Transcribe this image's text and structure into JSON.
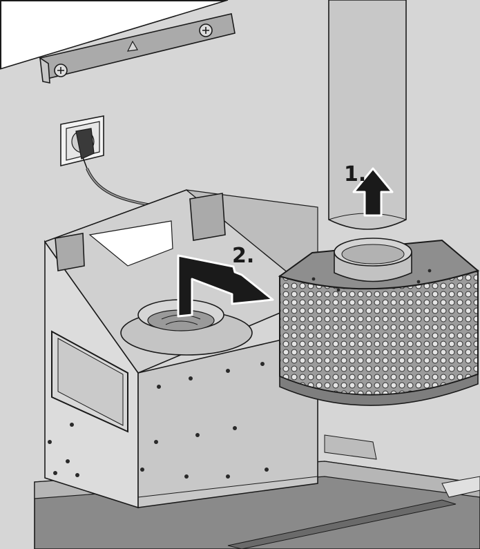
{
  "steps": [
    {
      "label": "1."
    },
    {
      "label": "2."
    }
  ],
  "parts": {
    "wall": "wall",
    "mounting_bracket": "mounting-bracket",
    "power_socket": "power-socket",
    "plug_and_cable": "plug-with-cable",
    "chimney_duct": "chimney-duct",
    "fan_motor_housing": "fan-motor-housing",
    "air_outlet_collar": "air-outlet-collar",
    "recirculation_module": "recirculation-filter-module",
    "hood_canopy": "hood-canopy"
  },
  "colors": {
    "outline": "#1a1a1a",
    "wall": "#d6d6d6",
    "metal": "#c8c8c8",
    "filter_mesh": "#9c9c9c",
    "arrow": "#1a1a1a"
  }
}
